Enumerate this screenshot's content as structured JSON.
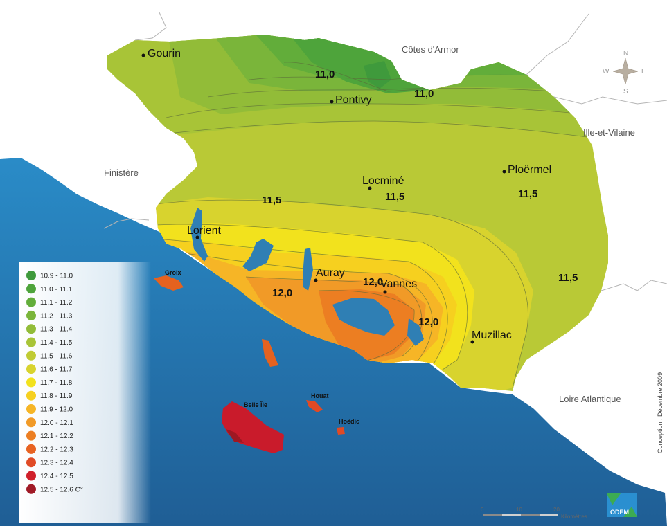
{
  "regions": {
    "cotes_darmor": "Côtes d'Armor",
    "ille_et_vilaine": "Ille-et-Vilaine",
    "finistere": "Finistère",
    "loire_atlantique": "Loire Atlantique"
  },
  "cities": {
    "gourin": "Gourin",
    "pontivy": "Pontivy",
    "locmine": "Locminé",
    "ploermel": "Ploërmel",
    "lorient": "Lorient",
    "auray": "Auray",
    "vannes": "Vannes",
    "muzillac": "Muzillac"
  },
  "islands": {
    "groix": "Groix",
    "belle_ile": "Belle Île",
    "houat": "Houat",
    "hoedic": "Hoëdic"
  },
  "isolines": {
    "v110a": "11,0",
    "v110b": "11,0",
    "v115a": "11,5",
    "v115b": "11,5",
    "v115c": "11,5",
    "v115d": "11,5",
    "v120a": "12,0",
    "v120b": "12,0",
    "v120c": "12,0"
  },
  "legend": {
    "items": [
      {
        "label": "10.9 - 11.0",
        "color": "#3f9a3c"
      },
      {
        "label": "11.0 - 11.1",
        "color": "#4ea43b"
      },
      {
        "label": "11.1 - 11.2",
        "color": "#62ad3a"
      },
      {
        "label": "11.2 - 11.3",
        "color": "#7ab53a"
      },
      {
        "label": "11.3 - 11.4",
        "color": "#92bc38"
      },
      {
        "label": "11.4 - 11.5",
        "color": "#a8c437"
      },
      {
        "label": "11.5 - 11.6",
        "color": "#c0cb33"
      },
      {
        "label": "11.6 - 11.7",
        "color": "#d8d32e"
      },
      {
        "label": "11.7 - 11.8",
        "color": "#f2e21d"
      },
      {
        "label": "11.8 - 11.9",
        "color": "#f6d01f"
      },
      {
        "label": "11.9 - 12.0",
        "color": "#f6b526"
      },
      {
        "label": "12.0 - 12.1",
        "color": "#f19a27"
      },
      {
        "label": "12.1 - 12.2",
        "color": "#ec7e22"
      },
      {
        "label": "12.2 - 12.3",
        "color": "#e86322"
      },
      {
        "label": "12.3 - 12.4",
        "color": "#e04a25"
      },
      {
        "label": "12.4 - 12.5",
        "color": "#cf1f2a"
      },
      {
        "label": "12.5 - 12.6 C°",
        "color": "#a01a26"
      }
    ]
  },
  "compass": {
    "n": "N",
    "s": "S",
    "e": "E",
    "w": "W"
  },
  "scale": {
    "t0": "0",
    "t10": "10",
    "t20": "20",
    "unit": "Kilomètres"
  },
  "credit": "Conception : Décembre 2009",
  "logo": "ODEM",
  "colors": {
    "sea": "#2f7fb4",
    "land_outside": "#ffffff",
    "border": "#c0c0c0"
  }
}
